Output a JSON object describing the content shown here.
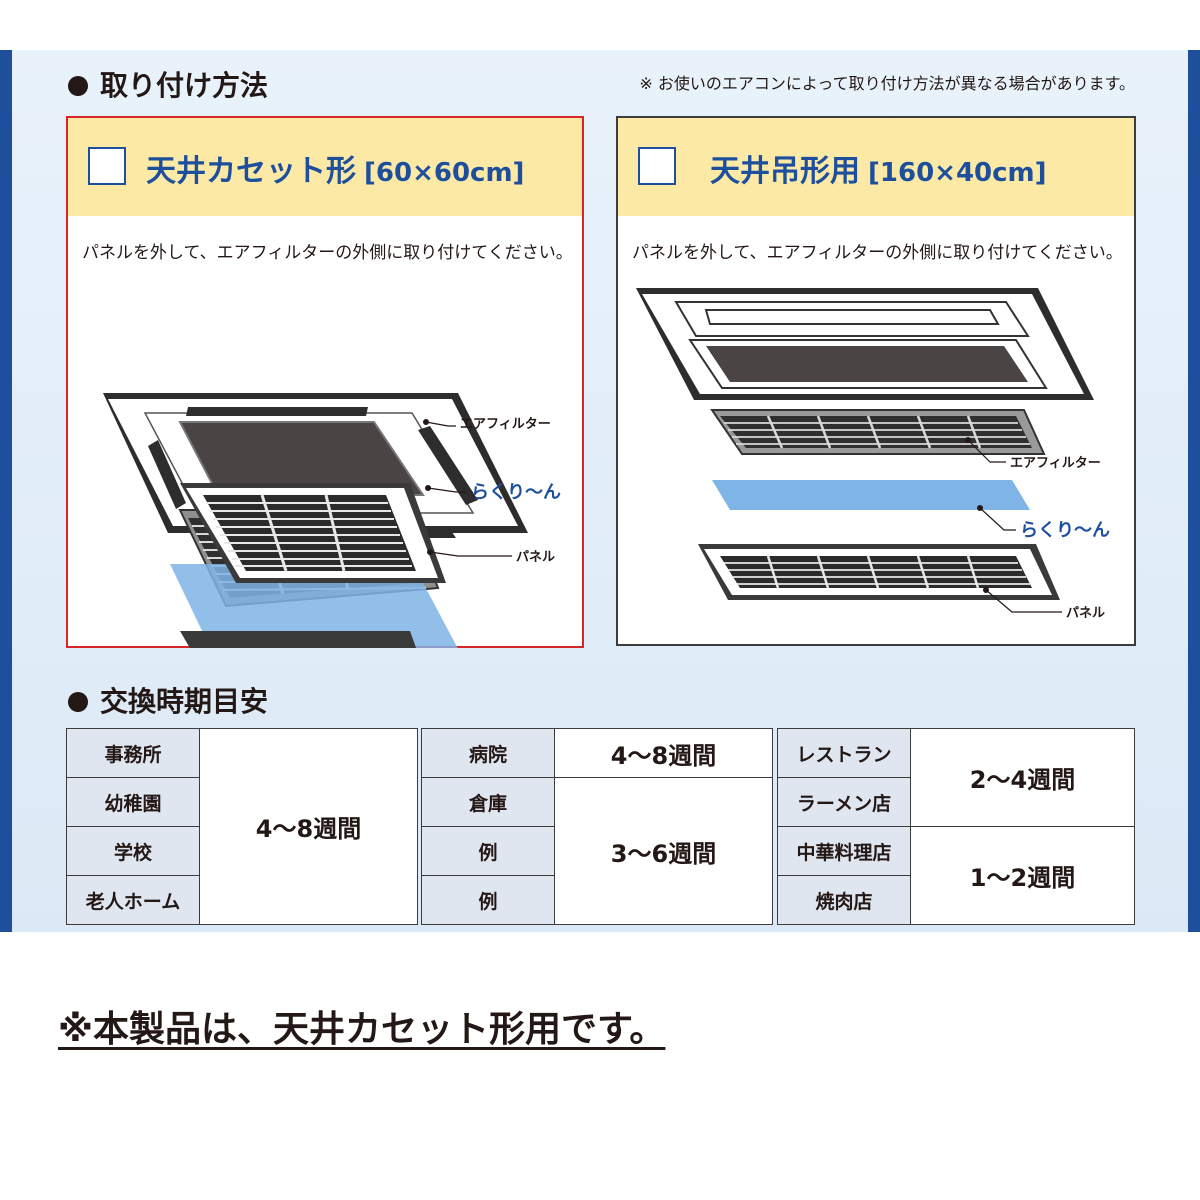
{
  "install": {
    "section_title": "取り付け方法",
    "note": "※ お使いのエアコンによって取り付け方法が異なる場合があります。",
    "cards": [
      {
        "title": "天井カセット形",
        "size": "[60×60cm]",
        "instruction": "パネルを外して、エアフィルターの外側に取り付けてください。",
        "labels": {
          "filter": "エアフィルター",
          "product": "らくり〜ん",
          "panel": "パネル"
        },
        "selected": true
      },
      {
        "title": "天井吊形用",
        "size": "[160×40cm]",
        "instruction": "パネルを外して、エアフィルターの外側に取り付けてください。",
        "labels": {
          "filter": "エアフィルター",
          "product": "らくり〜ん",
          "panel": "パネル"
        },
        "selected": false
      }
    ]
  },
  "schedule": {
    "section_title": "交換時期目安",
    "groups": [
      {
        "places": [
          "事務所",
          "幼稚園",
          "学校",
          "老人ホーム"
        ],
        "periods": [
          "4〜8週間"
        ]
      },
      {
        "places": [
          "病院",
          "倉庫",
          "例",
          "例"
        ],
        "periods": [
          "4〜8週間",
          "3〜6週間"
        ]
      },
      {
        "places": [
          "レストラン",
          "ラーメン店",
          "中華料理店",
          "焼肉店"
        ],
        "periods": [
          "2〜4週間",
          "1〜2週間"
        ]
      }
    ]
  },
  "footer": "※本製品は、天井カセット形用です。",
  "colors": {
    "accent": "#1d4f9c",
    "selected_border": "#d6262a",
    "header_fill": "#fde9a6",
    "product_sheet": "#7fb4e6"
  }
}
